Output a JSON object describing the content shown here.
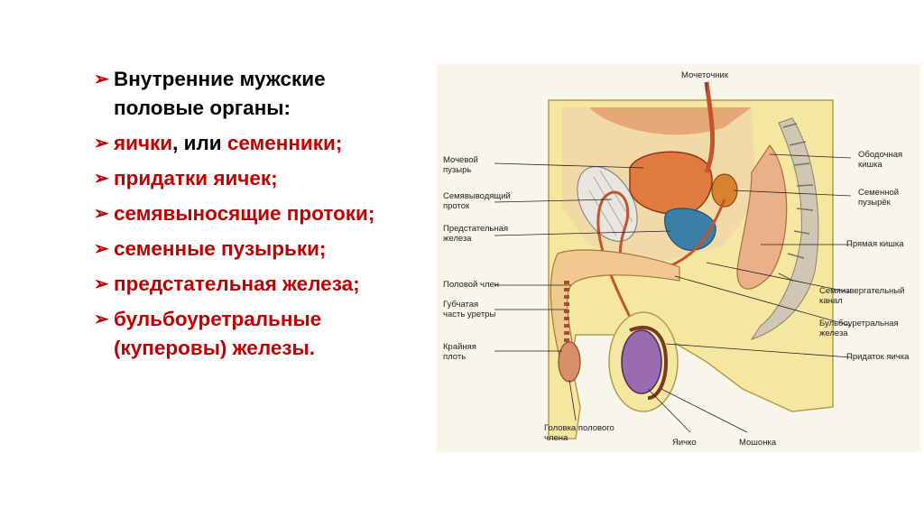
{
  "bullets": [
    {
      "parts": [
        {
          "text": "Внутренние мужские половые органы:",
          "color": "black"
        }
      ]
    },
    {
      "parts": [
        {
          "text": "яички",
          "color": "red"
        },
        {
          "text": ", или",
          "color": "black"
        },
        {
          "text": " семенники;",
          "color": "red"
        }
      ]
    },
    {
      "parts": [
        {
          "text": "придатки яичек;",
          "color": "red"
        }
      ]
    },
    {
      "parts": [
        {
          "text": "семявыносящие протоки;",
          "color": "red"
        }
      ]
    },
    {
      "parts": [
        {
          "text": "семенные пузырьки;",
          "color": "red"
        }
      ]
    },
    {
      "parts": [
        {
          "text": "предстательная железа;",
          "color": "red"
        }
      ]
    },
    {
      "parts": [
        {
          "text": "бульбоуретральные (куперовы) железы.",
          "color": "red"
        }
      ]
    }
  ],
  "figure": {
    "labels": {
      "ureter": "Мочеточник",
      "bladder": "Мочевой пузырь",
      "vas_deferens": "Семявыводящий проток",
      "prostate": "Предстательная железа",
      "penis": "Половой член",
      "spongy_urethra": "Губчатая часть уретры",
      "foreskin": "Крайняя плоть",
      "glans": "Головка полового члена",
      "testis": "Яичко",
      "scrotum": "Мошонка",
      "colon": "Ободочная кишка",
      "seminal_vesicle": "Семенной пузырёк",
      "rectum": "Прямая кишка",
      "ejaculatory_duct": "Семяизвергательный канал",
      "bulbourethral": "Бульбоуретральная железа",
      "epididymis": "Придаток яичка"
    }
  },
  "colors": {
    "accent_red": "#c00000",
    "skin": "#f5e6a0",
    "organ_orange": "#e89a5a",
    "prostate_blue": "#3b7fa8",
    "testis_purple": "#9a6bb0"
  }
}
